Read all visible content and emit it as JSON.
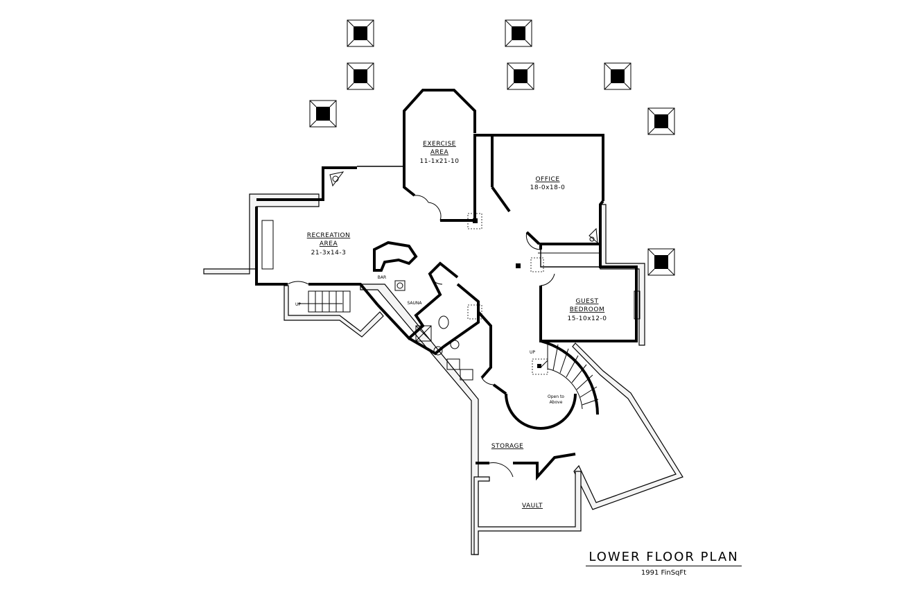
{
  "rooms": {
    "exercise": {
      "name_line1": "EXERCISE",
      "name_line2": "AREA",
      "dims": "11-1x21-10"
    },
    "office": {
      "name": "OFFICE",
      "dims": "18-0x18-0"
    },
    "recreation": {
      "name_line1": "RECREATION",
      "name_line2": "AREA",
      "dims": "21-3x14-3"
    },
    "guest": {
      "name_line1": "GUEST",
      "name_line2": "BEDROOM",
      "dims": "15-10x12-0"
    },
    "storage": {
      "name": "STORAGE"
    },
    "vault": {
      "name": "VAULT"
    },
    "bar": {
      "name": "BAR"
    },
    "sauna": {
      "name": "SAUNA"
    }
  },
  "annotations": {
    "up_left": "UP",
    "up_right": "UP",
    "open_line1": "Open to",
    "open_line2": "Above"
  },
  "title": {
    "main": "LOWER FLOOR PLAN",
    "sub": "1991 FinSqFt"
  }
}
